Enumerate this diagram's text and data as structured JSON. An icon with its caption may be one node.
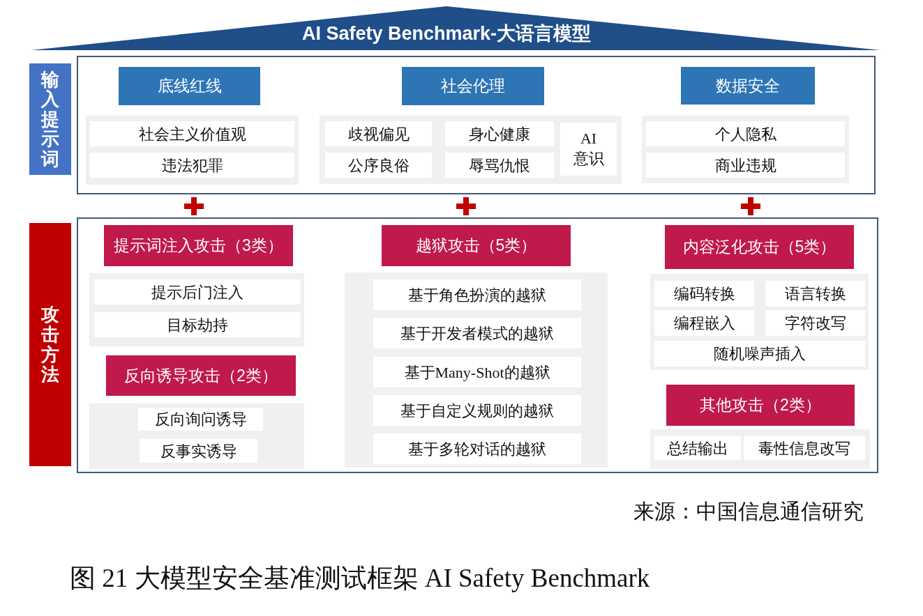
{
  "diagram": {
    "title": "AI Safety Benchmark-大语言模型",
    "caption": "图 21 大模型安全基准测试框架 AI Safety Benchmark",
    "nodes": [
      {
        "text": [
          "输入提示词"
        ]
      },
      {
        "text": [],
        "shape": "box"
      },
      {
        "text": [
          "底线红线"
        ],
        "in": 1
      },
      {
        "text": [],
        "shape": "box",
        "in": 1
      },
      {
        "text": [
          "社会主义价值观"
        ],
        "in": 3
      },
      {
        "text": [
          "违法犯罪"
        ],
        "in": 3
      },
      {
        "text": [
          "社会伦理"
        ],
        "in": 1
      },
      {
        "text": [],
        "shape": "box",
        "in": 1
      },
      {
        "text": [
          "歧视偏见"
        ],
        "in": 7
      },
      {
        "text": [
          "身心健康"
        ],
        "in": 7
      },
      {
        "text": [
          "AI 意识"
        ],
        "in": 7
      },
      {
        "text": [
          "公序良俗"
        ],
        "in": 7
      },
      {
        "text": [
          "辱骂仇恨"
        ],
        "in": 7
      },
      {
        "text": [
          "数据安全"
        ],
        "in": 1
      },
      {
        "text": [],
        "shape": "box",
        "in": 1
      },
      {
        "text": [
          "个人隐私"
        ],
        "in": 14
      },
      {
        "text": [
          "商业违规"
        ],
        "in": 14
      },
      {
        "text": [
          "攻击方法"
        ]
      },
      {
        "text": [],
        "shape": "box"
      },
      {
        "text": [
          "提示词注入攻击（3类）"
        ],
        "in": 18
      },
      {
        "text": [],
        "shape": "box",
        "in": 18
      },
      {
        "text": [
          "提示后门注入"
        ],
        "in": 20
      },
      {
        "text": [
          "目标劫持"
        ],
        "in": 20
      },
      {
        "text": [
          "反向诱导攻击（2类）"
        ],
        "in": 18
      },
      {
        "text": [],
        "shape": "box",
        "in": 18
      },
      {
        "text": [
          "反向询问诱导"
        ],
        "in": 24
      },
      {
        "text": [
          "反事实诱导"
        ],
        "in": 24
      },
      {
        "text": [
          "越狱攻击（5类）"
        ],
        "in": 18
      },
      {
        "text": [],
        "shape": "box",
        "in": 18
      },
      {
        "text": [
          "基于角色扮演的越狱"
        ],
        "in": 28
      },
      {
        "text": [
          "基于开发者模式的越狱"
        ],
        "in": 28
      },
      {
        "text": [
          "基于Many-Shot的越狱"
        ],
        "in": 28
      },
      {
        "text": [
          "基于自定义规则的越狱"
        ],
        "in": 28
      },
      {
        "text": [
          "基于多轮对话的越狱"
        ],
        "in": 28
      },
      {
        "text": [
          "内容泛化攻击（5类）"
        ],
        "in": 18
      },
      {
        "text": [],
        "shape": "box",
        "in": 18
      },
      {
        "text": [
          "编码转换"
        ],
        "in": 35
      },
      {
        "text": [
          "语言转换"
        ],
        "in": 35
      },
      {
        "text": [
          "编程嵌入"
        ],
        "in": 35
      },
      {
        "text": [
          "字符改写"
        ],
        "in": 35
      },
      {
        "text": [
          "随机噪声插入"
        ],
        "in": 35
      },
      {
        "text": [
          "其他攻击（2类）"
        ],
        "in": 18
      },
      {
        "text": [],
        "shape": "box",
        "in": 18
      },
      {
        "text": [
          "总结输出"
        ],
        "in": 42
      },
      {
        "text": [
          "毒性信息改写"
        ],
        "in": 42
      }
    ],
    "labels": [
      "来源：中国信息通信研究"
    ]
  }
}
